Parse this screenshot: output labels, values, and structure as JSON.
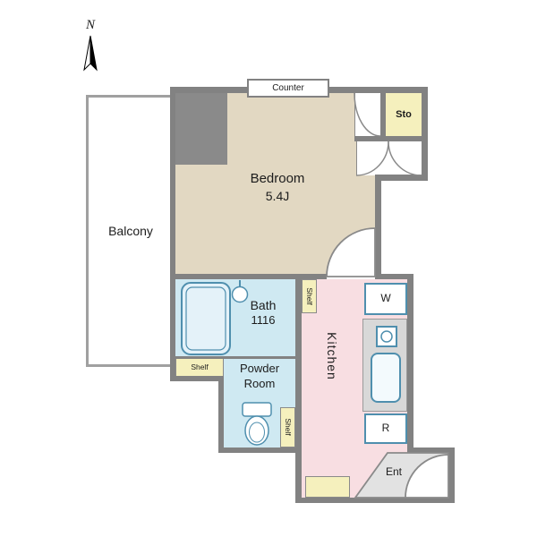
{
  "compass": {
    "north_label": "N"
  },
  "rooms": {
    "balcony": {
      "label": "Balcony"
    },
    "bedroom": {
      "name": "Bedroom",
      "size": "5.4J"
    },
    "bath": {
      "name": "Bath",
      "size": "1116"
    },
    "powder_room": {
      "name_line1": "Powder",
      "name_line2": "Room"
    },
    "kitchen": {
      "label": "Kitchen"
    },
    "entrance": {
      "label": "Ent"
    },
    "storage": {
      "label": "Sto"
    }
  },
  "features": {
    "counter": {
      "label": "Counter"
    },
    "shelf_bath": {
      "label": "Shelf"
    },
    "shelf_corridor": {
      "label": "Shelf"
    },
    "shelf_powder": {
      "label": "Shelf"
    },
    "washer": {
      "label": "W"
    },
    "refrigerator": {
      "label": "R"
    }
  },
  "colors": {
    "wall": "#828282",
    "bedroom_floor": "#e2d8c2",
    "wet_area_floor": "#cfe9f2",
    "kitchen_floor": "#f8dee2",
    "storage_fill": "#f5f0bd",
    "entrance_floor": "#e2e2e2",
    "counter_top": "#d8d8d8",
    "fixture_stroke": "#4f8fae"
  }
}
